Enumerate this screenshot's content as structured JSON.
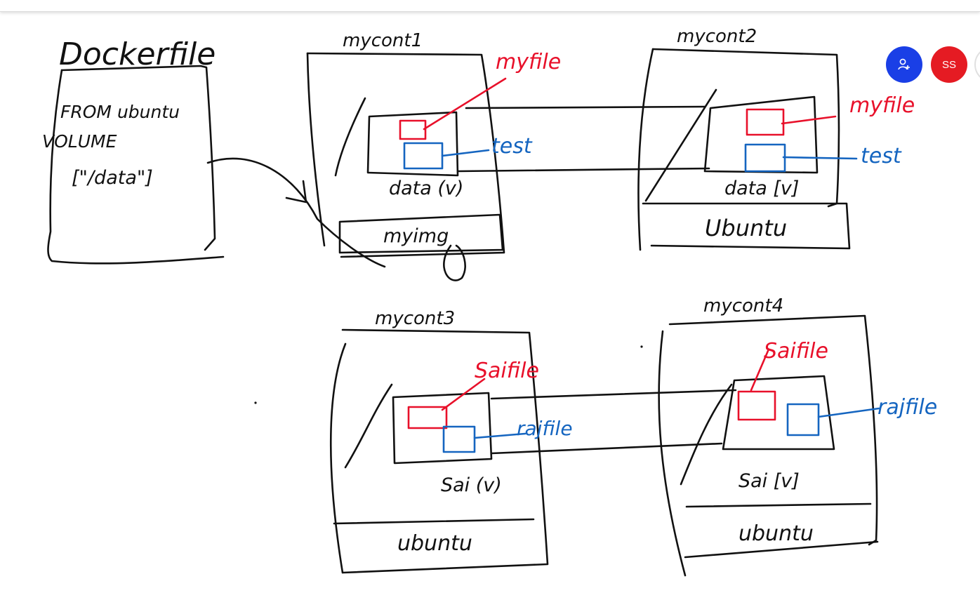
{
  "colors": {
    "ink_black": "#111111",
    "ink_red": "#e8102a",
    "ink_blue": "#1565c0",
    "add_user_button": "#1a3fe6",
    "user_avatar": "#e51b23"
  },
  "participants": {
    "add_user_icon": "person-add-icon",
    "user_initials": "SS"
  },
  "whiteboard": {
    "dockerfile": {
      "title": "Dockerfile",
      "line1": "FROM ubuntu",
      "line2": "VOLUME",
      "line3": "[\"/data\"]"
    },
    "image": {
      "label": "myimg"
    },
    "container1": {
      "title": "mycont1",
      "volume": "data (v)",
      "file_red": "myfile",
      "file_blue": "test"
    },
    "container2": {
      "title": "mycont2",
      "volume": "data [v]",
      "os": "Ubuntu",
      "file_red": "myfile",
      "file_blue": "test"
    },
    "container3": {
      "title": "mycont3",
      "volume": "Sai (v)",
      "os": "ubuntu",
      "file_red": "Saifile",
      "file_blue": "rajfile"
    },
    "container4": {
      "title": "mycont4",
      "volume": "Sai [v]",
      "os": "ubuntu",
      "file_red": "Saifile",
      "file_blue": "rajfile"
    }
  }
}
